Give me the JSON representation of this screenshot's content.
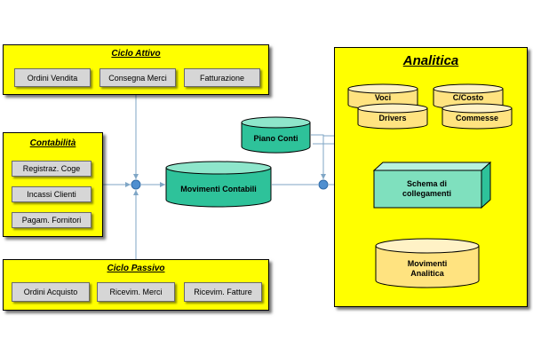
{
  "colors": {
    "panel": "#ffff00",
    "button": "#d6d6d6",
    "cylinder_teal": "#2ec29a",
    "cylinder_yellow": "#ffe380",
    "cylinder_yellow_top": "#fff2c6",
    "connector": "#7fa6c6",
    "node": "#4f8fd0"
  },
  "ciclo_attivo": {
    "title": "Ciclo Attivo",
    "buttons": [
      "Ordini Vendita",
      "Consegna Merci",
      "Fatturazione"
    ]
  },
  "contabilita": {
    "title": "Contabilità",
    "buttons": [
      "Registraz. Coge",
      "Incassi Clienti",
      "Pagam. Fornitori"
    ]
  },
  "ciclo_passivo": {
    "title": "Ciclo Passivo",
    "buttons": [
      "Ordini Acquisto",
      "Ricevim. Merci",
      "Ricevim. Fatture"
    ]
  },
  "center": {
    "movimenti_contabili": "Movimenti Contabili",
    "piano_conti": "Piano Conti"
  },
  "analitica": {
    "title": "Analitica",
    "voci": "Voci",
    "drivers": "Drivers",
    "c_costo": "C/Costo",
    "commesse": "Commesse",
    "schema_line1": "Schema di",
    "schema_line2": "collegamenti",
    "mov_an_line1": "Movimenti",
    "mov_an_line2": "Analitica"
  }
}
